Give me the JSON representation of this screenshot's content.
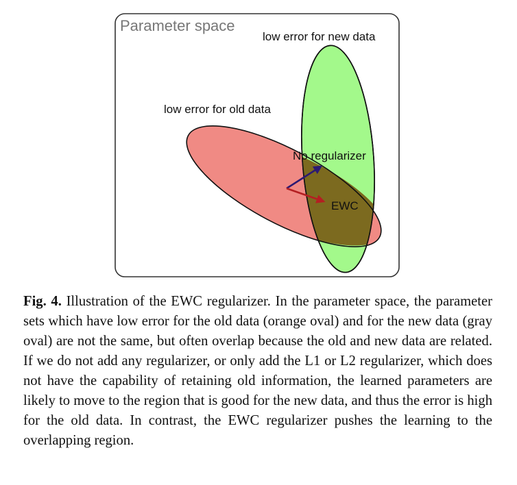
{
  "figure": {
    "panel_title": "Parameter space",
    "new_data_label": "low error for new data",
    "old_data_label": "low error for old data",
    "no_reg_label": "No regularizer",
    "ewc_label": "EWC",
    "colors": {
      "old_region": "#f08a84",
      "new_region": "#a3f98b",
      "overlap": "#7c6a1f",
      "no_reg_arrow": "#2c1a73",
      "ewc_arrow": "#b41f22",
      "frame": "#333333"
    }
  },
  "caption": {
    "label": "Fig. 4.",
    "text": "Illustration of the EWC regularizer. In the parameter space, the parameter sets which have low error for the old data (orange oval) and for the new data (gray oval) are not the same, but often overlap because the old and new data are related. If we do not add any regularizer, or only add the L1 or L2 regularizer, which does not have the capability of retaining old information, the learned parameters are likely to move to the region that is good for the new data, and thus the error is high for the old data. In contrast, the EWC regularizer pushes the learning to the overlapping region."
  }
}
